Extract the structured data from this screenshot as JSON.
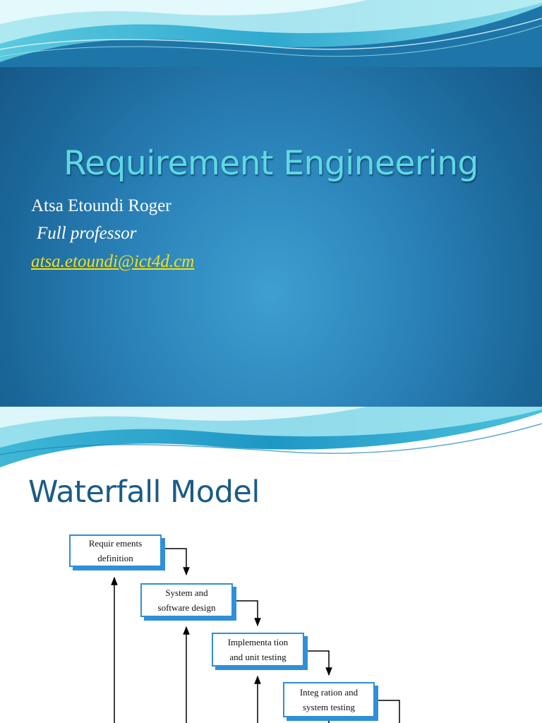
{
  "slide1": {
    "title": "Requirement Engineering",
    "author": "Atsa Etoundi Roger",
    "role": "Full professor",
    "email": "atsa.etoundi@ict4d.cm"
  },
  "slide2": {
    "title": "Waterfall Model",
    "stages": [
      "Requir ements\ndefinition",
      "System and\nsoftware design",
      "Implementa  tion\nand unit testing",
      "Integ ration and\nsystem testing"
    ]
  }
}
